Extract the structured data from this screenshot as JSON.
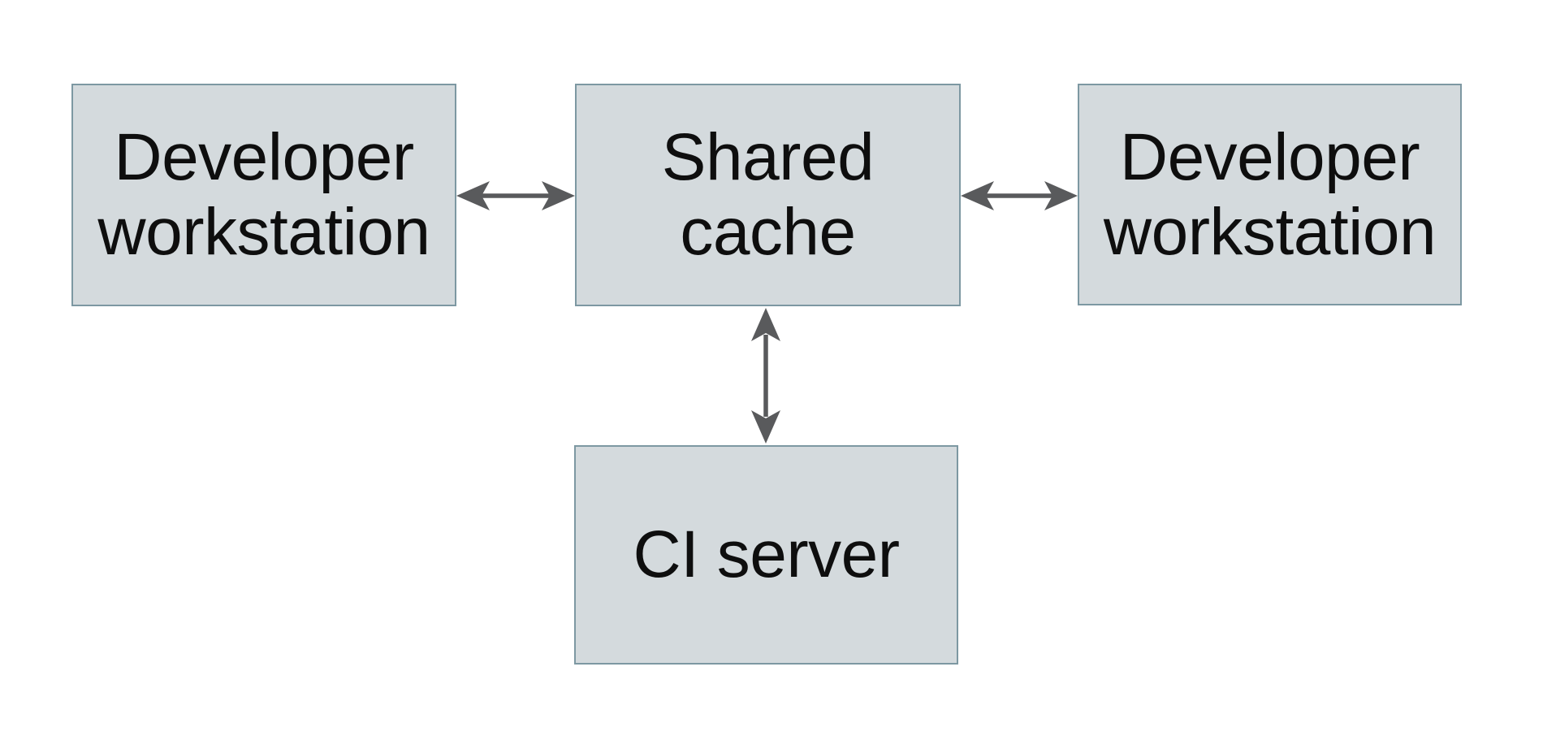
{
  "diagram": {
    "type": "architecture-diagram",
    "nodes": {
      "dev_left": {
        "label": "Developer\nworkstation"
      },
      "shared_cache": {
        "label": "Shared\ncache"
      },
      "dev_right": {
        "label": "Developer\nworkstation"
      },
      "ci_server": {
        "label": "CI server"
      }
    },
    "edges": [
      {
        "from": "dev_left",
        "to": "shared_cache",
        "direction": "bidirectional"
      },
      {
        "from": "shared_cache",
        "to": "dev_right",
        "direction": "bidirectional"
      },
      {
        "from": "shared_cache",
        "to": "ci_server",
        "direction": "bidirectional"
      }
    ],
    "colors": {
      "background": "#ffffff",
      "box_fill": "#d4dadd",
      "box_border": "#7d98a2",
      "arrow_color": "#595a5c",
      "text_color": "#0e0e0e"
    }
  }
}
